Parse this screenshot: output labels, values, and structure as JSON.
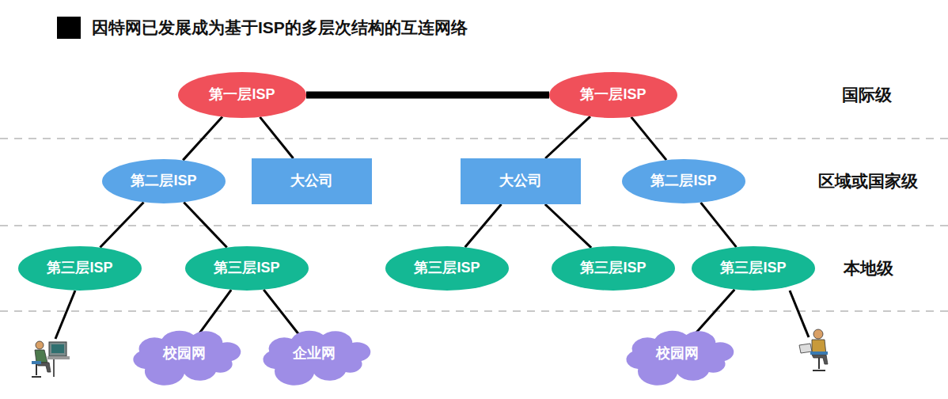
{
  "diagram": {
    "title": "因特网已发展成为基于ISP的多层次结构的互连网络",
    "nodes": [
      {
        "text": [
          "第一层ISP"
        ]
      },
      {
        "text": [
          "第一层ISP"
        ]
      },
      {
        "text": [
          "第二层ISP"
        ]
      },
      {
        "text": [
          "大公司"
        ]
      },
      {
        "text": [
          "大公司"
        ]
      },
      {
        "text": [
          "第二层ISP"
        ]
      },
      {
        "text": [
          "第三层ISP"
        ]
      },
      {
        "text": [
          "第三层ISP"
        ]
      },
      {
        "text": [
          "第三层ISP"
        ]
      },
      {
        "text": [
          "第三层ISP"
        ]
      },
      {
        "text": [
          "第三层ISP"
        ]
      },
      {
        "text": [
          "校园网"
        ]
      },
      {
        "text": [
          "企业网"
        ]
      },
      {
        "text": [
          "校园网"
        ]
      }
    ],
    "edges": [
      {
        "from": 0,
        "to": 1,
        "arrow": "none"
      },
      {
        "from": 0,
        "to": 2,
        "arrow": "none"
      },
      {
        "from": 0,
        "to": 3,
        "arrow": "none"
      },
      {
        "from": 1,
        "to": 4,
        "arrow": "none"
      },
      {
        "from": 1,
        "to": 5,
        "arrow": "none"
      },
      {
        "from": 2,
        "to": 6,
        "arrow": "none"
      },
      {
        "from": 2,
        "to": 7,
        "arrow": "none"
      },
      {
        "from": 4,
        "to": 8,
        "arrow": "none"
      },
      {
        "from": 4,
        "to": 9,
        "arrow": "none"
      },
      {
        "from": 5,
        "to": 10,
        "arrow": "none"
      },
      {
        "from": 7,
        "to": 11,
        "arrow": "none"
      },
      {
        "from": 7,
        "to": 12,
        "arrow": "none"
      },
      {
        "from": 10,
        "to": 13,
        "arrow": "none"
      }
    ],
    "labels": [
      "国际级",
      "区域或国家级",
      "本地级"
    ]
  }
}
